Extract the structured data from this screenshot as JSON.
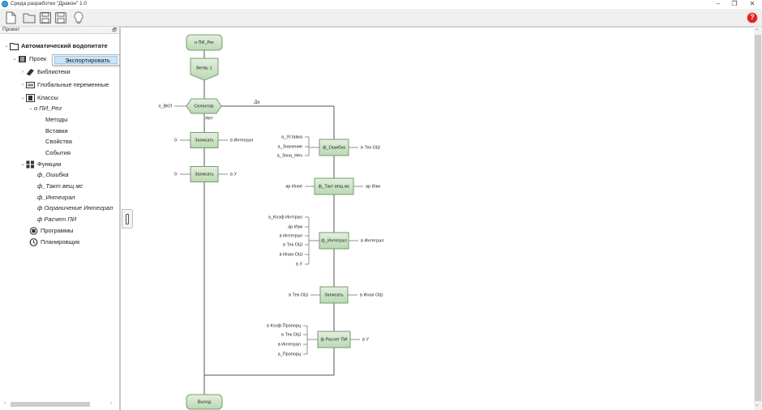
{
  "window": {
    "title": "Среда разработки \"Дракон\" 1.0",
    "controls": {
      "minimize": "–",
      "maximize": "❐",
      "close": "✕"
    }
  },
  "toolbar": {
    "buttons": [
      {
        "name": "new-file",
        "icon": "new-file-icon"
      },
      {
        "name": "open-folder",
        "icon": "folder-icon"
      },
      {
        "name": "save",
        "icon": "save-icon"
      },
      {
        "name": "save-as",
        "icon": "save-as-icon"
      },
      {
        "name": "hint",
        "icon": "lightbulb-icon"
      }
    ],
    "help_label": "?"
  },
  "panel": {
    "title": "Проект",
    "pin_glyph": "🗗",
    "tree": [
      {
        "label": "Автоматический водопитате",
        "arrow": "⌄",
        "bold": true,
        "icon": "folder-icon"
      },
      {
        "label": "Проек",
        "arrow": "⌄",
        "icon": "project-icon"
      },
      {
        "label": "Библиотеки",
        "arrow": "›",
        "icon": "book-icon"
      },
      {
        "label": "Глобальные переменные",
        "arrow": "›",
        "icon": "variables-icon"
      },
      {
        "label": "Классы",
        "arrow": "⌄",
        "icon": "class-icon"
      },
      {
        "label": "о ПИ_Рег",
        "arrow": "⌄",
        "italic": true
      },
      {
        "label": "Методы"
      },
      {
        "label": "Вставки"
      },
      {
        "label": "Свойства"
      },
      {
        "label": "События"
      },
      {
        "label": "Функции",
        "arrow": "⌄",
        "icon": "functions-icon"
      },
      {
        "label": "ф_Ошибка",
        "italic": true
      },
      {
        "label": "ф_Такт вещ мс",
        "italic": true
      },
      {
        "label": "ф_Интеграл",
        "italic": true
      },
      {
        "label": "ф Ограничение Интеграл",
        "italic": true
      },
      {
        "label": "ф Расчет ПИ",
        "italic": true
      },
      {
        "label": "Программы",
        "icon": "programs-icon"
      },
      {
        "label": "Планировщик",
        "icon": "clock-icon"
      }
    ],
    "context_menu": {
      "items": [
        "Экспортировать"
      ]
    },
    "scroll": {
      "left": "‹",
      "right": "›"
    }
  },
  "diagram": {
    "title_node": "о ПИ_Рег",
    "branch_node": "Ветвь 1",
    "selector": {
      "label": "Селектор",
      "input": "л_ВКЛ",
      "yes": "Да",
      "no": "Нет"
    },
    "left_actions": [
      {
        "label": "Записать",
        "input": "0",
        "output": "в Интеграл"
      },
      {
        "label": "Записать",
        "input": "0",
        "output": "в У"
      }
    ],
    "right_actions": [
      {
        "label": "ф_Ошибка",
        "inputs": [
          "а_Уставка",
          "а_Значение",
          "а_Зона_Неч"
        ],
        "output": "в Тек ОШ"
      },
      {
        "label": "ф_Такт вещ мс",
        "inputs": [
          "ар Иное"
        ],
        "output": "ар Изм"
      },
      {
        "label": "ф_Интеграл",
        "inputs": [
          "а_Коэф Интграл",
          "ар Изм",
          "в Интеграл",
          "в Тек ОШ",
          "в Иная ОШ",
          "в У"
        ],
        "output": "в Интеграл"
      },
      {
        "label": "Записать",
        "inputs": [
          "в Тек ОШ"
        ],
        "output": "в Иная ОШ"
      },
      {
        "label": "ф Расчет ПИ",
        "inputs": [
          "в Коэф Пропорц",
          "в Тек ОШ",
          "в Интеграл",
          "а_Пропорц"
        ],
        "output": "в У"
      }
    ],
    "end_node": "Выход",
    "colors": {
      "node_fill_top": "#e3f0df",
      "node_fill_bottom": "#b9d9b1",
      "node_stroke": "#7a9a73",
      "line": "#555555"
    }
  },
  "vscroll": {
    "up": "˄",
    "down": "˅"
  }
}
